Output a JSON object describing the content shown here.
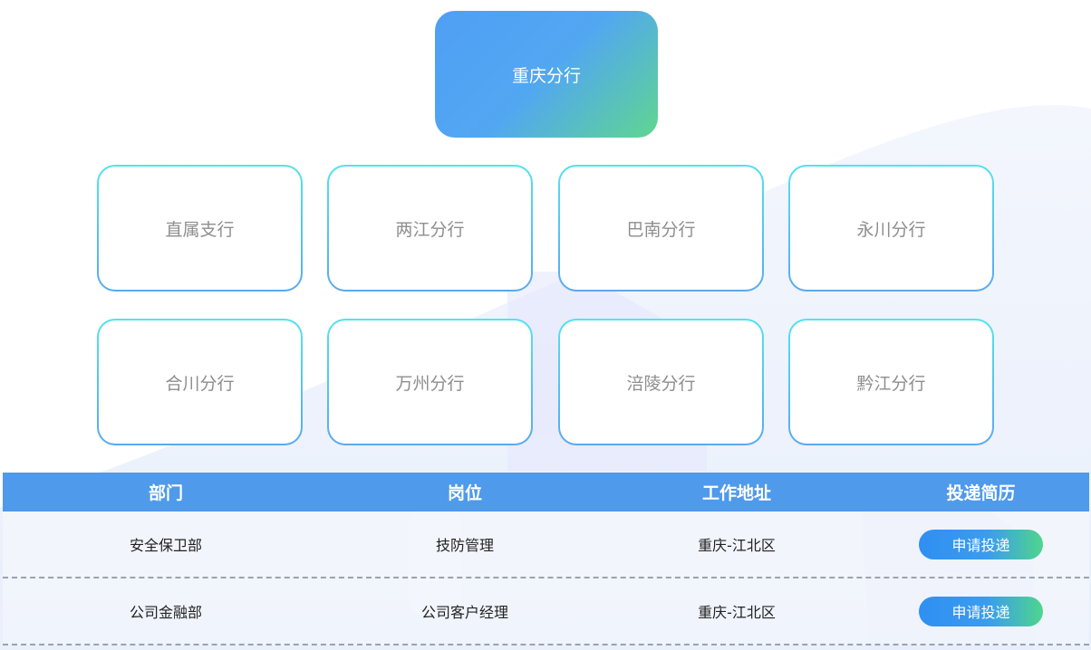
{
  "org_chart": {
    "root": "重庆分行",
    "branches": [
      "直属支行",
      "两江分行",
      "巴南分行",
      "永川分行",
      "合川分行",
      "万州分行",
      "涪陵分行",
      "黔江分行"
    ]
  },
  "jobs_table": {
    "headers": [
      "部门",
      "岗位",
      "工作地址",
      "投递简历"
    ],
    "rows": [
      {
        "department": "安全保卫部",
        "position": "技防管理",
        "address": "重庆-江北区",
        "action": "申请投递"
      },
      {
        "department": "公司金融部",
        "position": "公司客户经理",
        "address": "重庆-江北区",
        "action": "申请投递"
      }
    ]
  },
  "colors": {
    "header_bg": "#4f9aeb",
    "root_gradient": [
      "#4f9ff5",
      "#5fd690"
    ],
    "branch_border": [
      "#55e2ee",
      "#5aa9ee"
    ],
    "button_gradient": [
      "#2f8ff3",
      "#4fd58c"
    ]
  }
}
